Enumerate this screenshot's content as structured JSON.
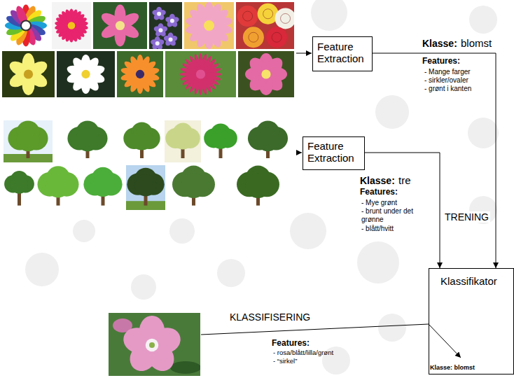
{
  "diagram": {
    "nodes": [
      {
        "text": [
          "Feature Extraction"
        ]
      },
      {
        "text": [
          "Feature Extraction"
        ]
      },
      {
        "text": [
          "Klassifikator"
        ]
      }
    ],
    "edges": [
      {
        "from": 0,
        "to": 2,
        "arrow": "to"
      },
      {
        "from": 1,
        "to": 2,
        "arrow": "to",
        "label": "TRENING"
      }
    ],
    "labels": [
      "Klasse:",
      "blomst",
      "Features:",
      "- Mange farger",
      "- sirkler/ovaler",
      "- grønt i kanten",
      "Klasse:",
      "tre",
      "Features:",
      "- Mye grønt",
      "- brunt under det grønne",
      "- blått/hvitt",
      "KLASSIFISERING",
      "Features:",
      "- rosa/blått/lilla/grønt",
      "- “sirkel”",
      "Klasse: blomst"
    ]
  }
}
